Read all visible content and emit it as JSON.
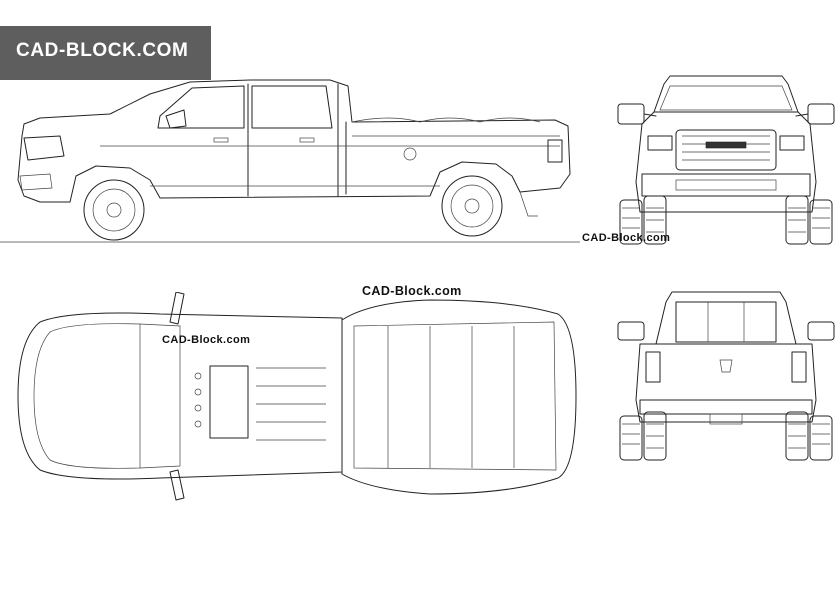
{
  "brand": {
    "banner_text": "CAD-Block.com"
  },
  "watermarks": {
    "front_view": "CAD-Block.com",
    "top_view_above": "CAD-Block.com",
    "top_view_cab": "CAD-Block.com"
  },
  "colors": {
    "line": "#222222",
    "banner_bg": "#5e5e5e",
    "banner_text": "#ffffff"
  }
}
